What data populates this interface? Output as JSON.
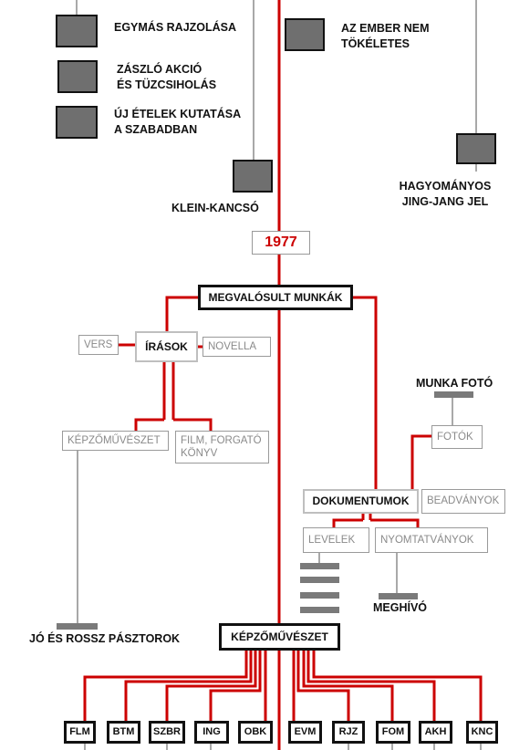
{
  "colors": {
    "line_red": "#cc0000",
    "line_gray": "#8c8c8c",
    "thumb": "#6f6f6f"
  },
  "top_labels": {
    "egymas": "EGYMÁS RAJZOLÁSA",
    "zaszlo": "ZÁSZLÓ AKCIÓ\nÉS TÜZCSIHOLÁS",
    "etelek": "ÚJ ÉTELEK KUTATÁSA\nA SZABADBAN",
    "klein": "KLEIN-KANCSÓ",
    "ember": "AZ EMBER NEM\nTÖKÉLETES",
    "jingjang": "HAGYOMÁNYOS\nJING-JANG JEL"
  },
  "year": "1977",
  "main_box": "MEGVALÓSULT MUNKÁK",
  "irasok": {
    "label": "ÍRÁSOK",
    "vers": "VERS",
    "novella": "NOVELLA",
    "kepzomuveszet": "KÉPZŐMŰVÉSZET",
    "film": "FILM, FORGATÓ\nKÖNYV",
    "pasztorok": "JÓ ÉS ROSSZ PÁSZTOROK"
  },
  "dokumentumok": {
    "label": "DOKUMENTUMOK",
    "munka_foto": "MUNKA FOTÓ",
    "fotok": "FOTÓK",
    "beadvanyok": "BEADVÁNYOK",
    "levelek": "LEVELEK",
    "nyomtatvanyok": "NYOMTATVÁNYOK",
    "meghivo": "MEGHÍVÓ"
  },
  "kepzo_box": "KÉPZŐMŰVÉSZET",
  "codes": [
    "FLM",
    "BTM",
    "SZBR",
    "ING",
    "OBK",
    "EVM",
    "RJZ",
    "FOM",
    "AKH",
    "KNC"
  ]
}
